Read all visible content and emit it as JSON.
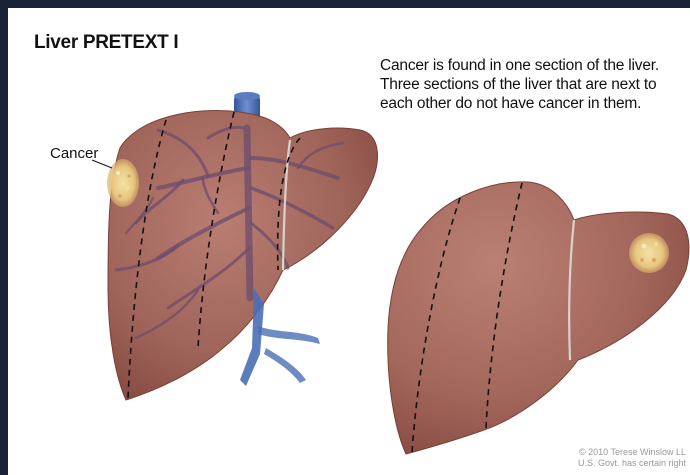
{
  "title": "Liver PRETEXT I",
  "caption_lines": [
    "Cancer is found in one section of the liver.",
    "Three sections of the liver that are next to",
    "each other do not have cancer in them."
  ],
  "cancer_label": "Cancer",
  "copyright_lines": [
    "© 2010 Terese Winslow LL",
    "U.S. Govt. has certain right"
  ],
  "colors": {
    "liver": "#a0655a",
    "vessel": "#4a6fb5",
    "tumor": "#ead08f",
    "background_frame": "#1a2238"
  }
}
